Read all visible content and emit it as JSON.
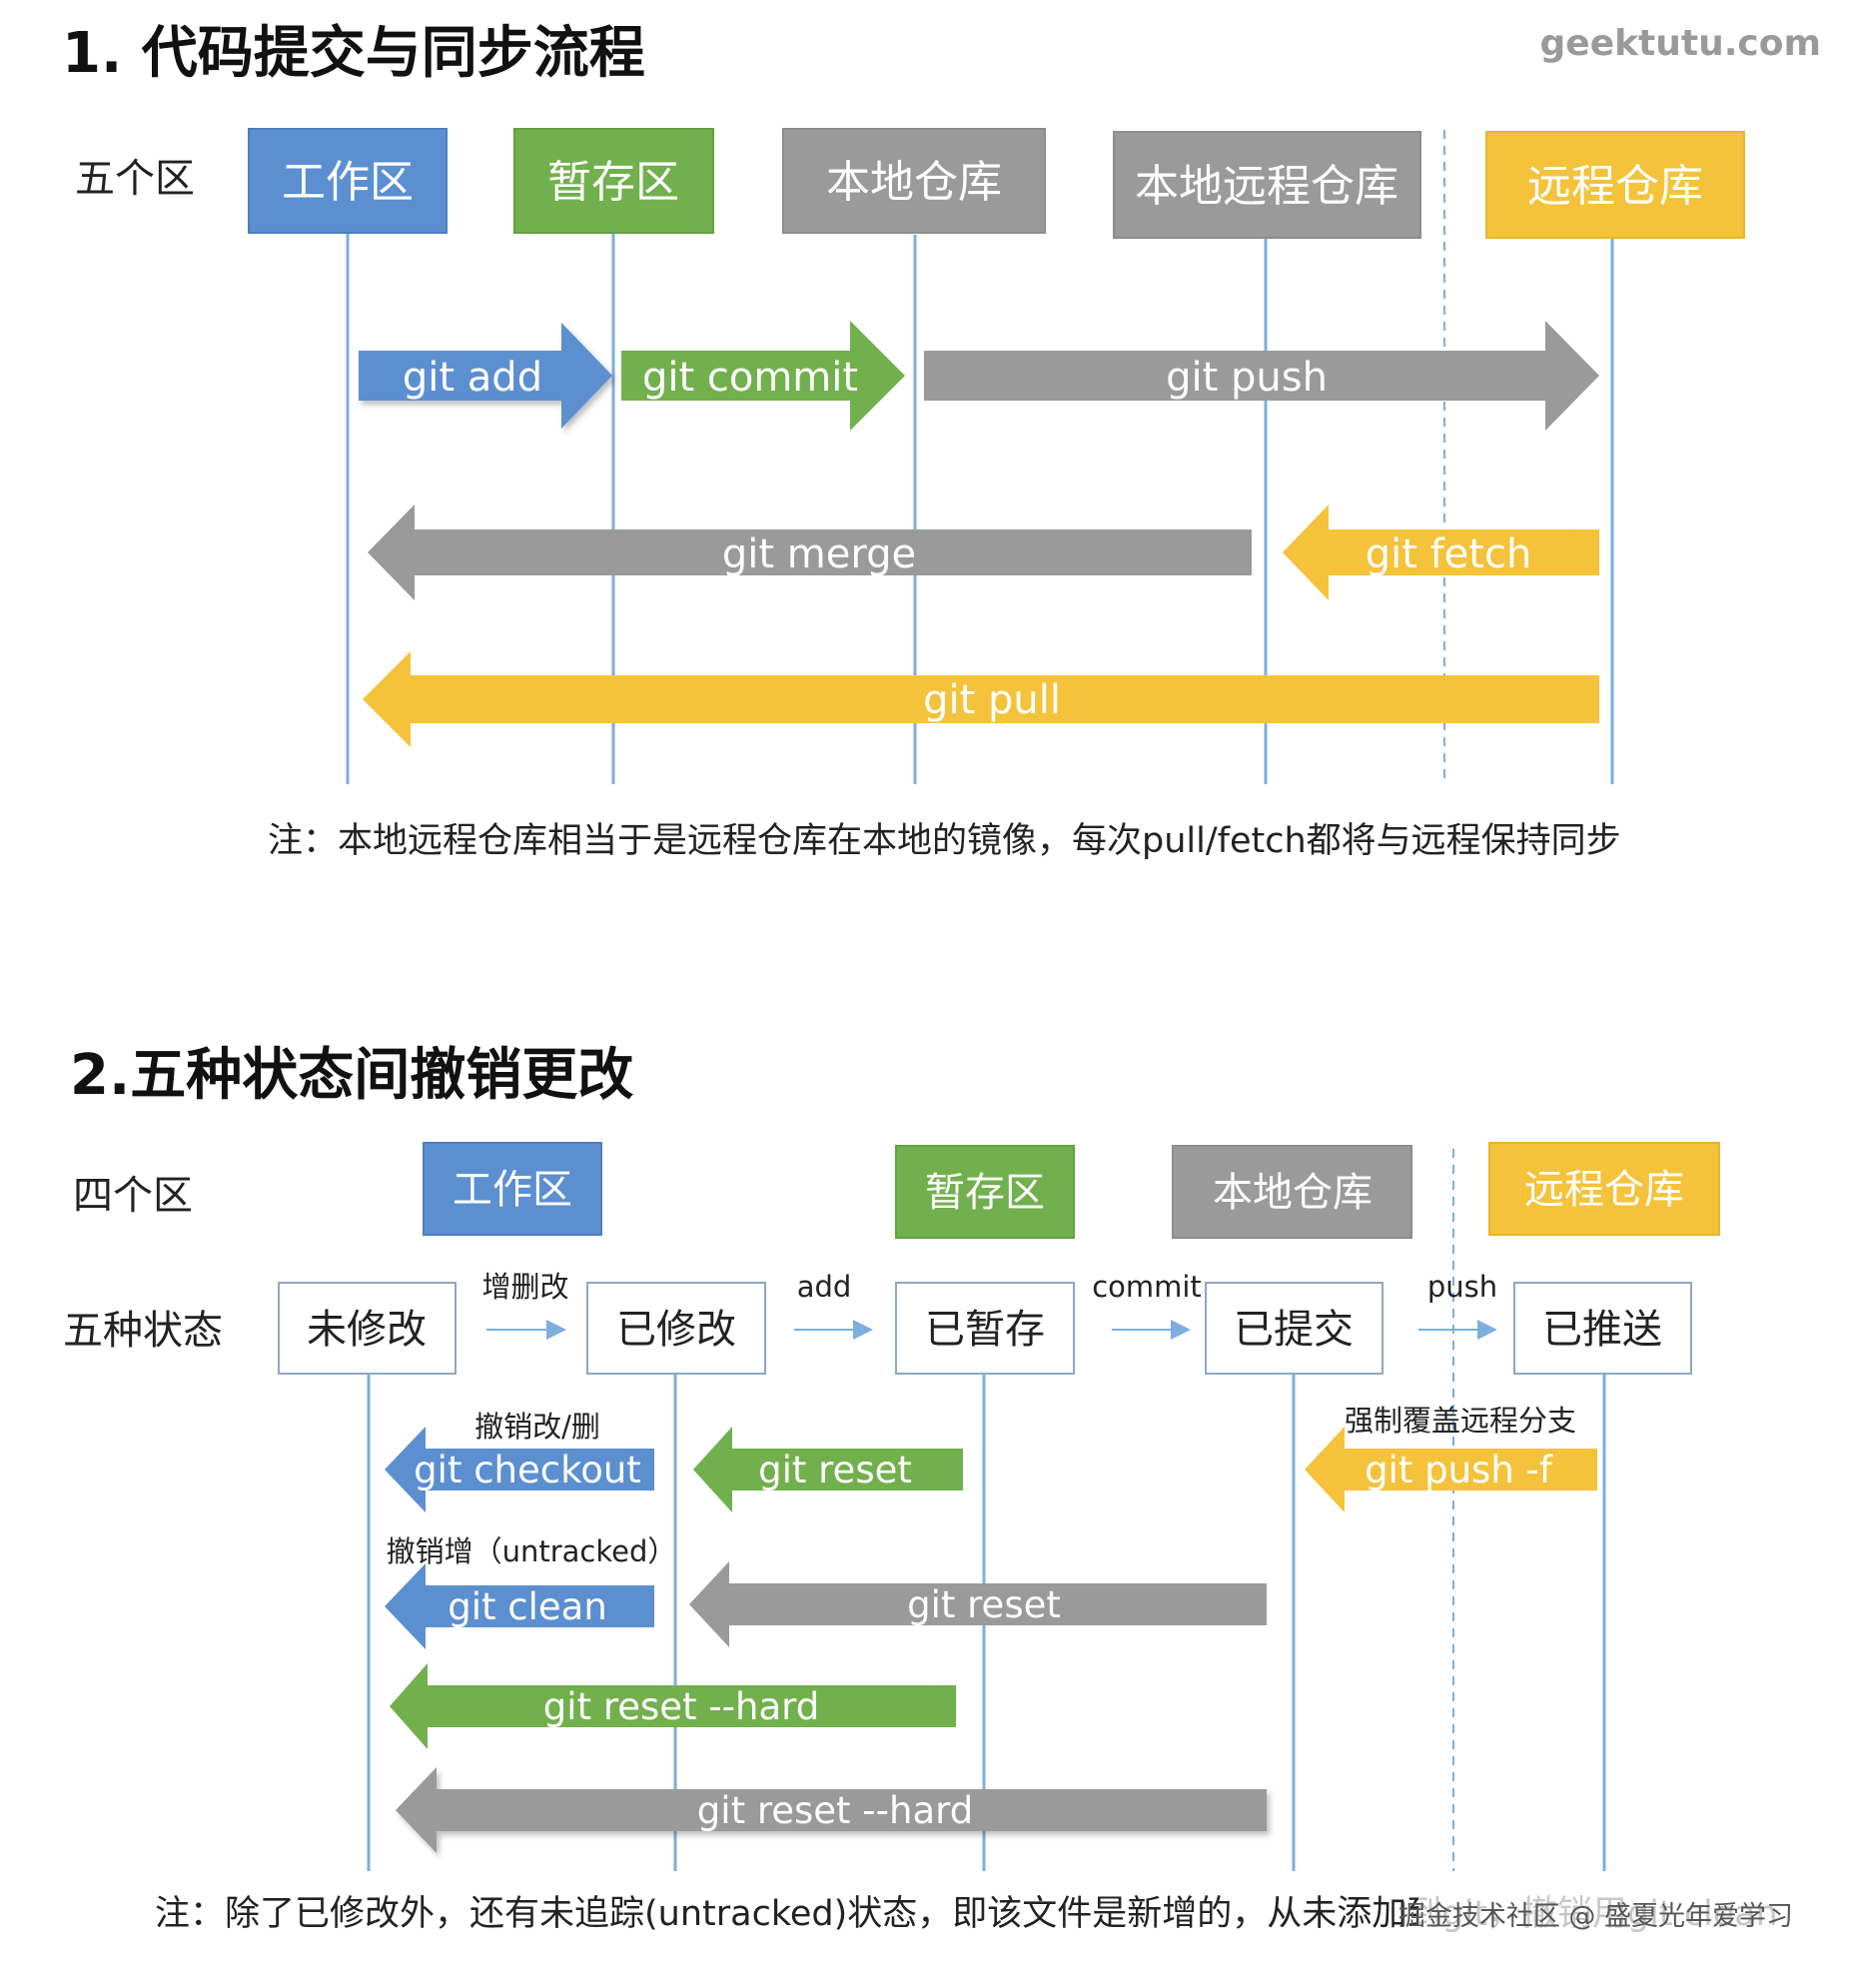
{
  "watermark": "geektutu.com",
  "footer_mark": "掘金技术社区 @ 盛夏光年爱学习",
  "colors": {
    "blue": "#5b8fd0",
    "green": "#72b04d",
    "gray": "#9a9a9a",
    "yellow": "#f4c33b",
    "line_blue": "#7eaede",
    "dashed": "#7eaede"
  },
  "section1": {
    "title": "1. 代码提交与同步流程",
    "row_label": "五个区",
    "zones": [
      {
        "label": "工作区",
        "color": "blue"
      },
      {
        "label": "暂存区",
        "color": "green"
      },
      {
        "label": "本地仓库",
        "color": "gray"
      },
      {
        "label": "本地远程仓库",
        "color": "gray"
      },
      {
        "label": "远程仓库",
        "color": "yellow"
      }
    ],
    "arrows": [
      {
        "label": "git add",
        "color": "blue",
        "direction": "right"
      },
      {
        "label": "git commit",
        "color": "green",
        "direction": "right"
      },
      {
        "label": "git push",
        "color": "gray",
        "direction": "right"
      },
      {
        "label": "git merge",
        "color": "gray",
        "direction": "left"
      },
      {
        "label": "git fetch",
        "color": "yellow",
        "direction": "left"
      },
      {
        "label": "git pull",
        "color": "yellow",
        "direction": "left"
      }
    ],
    "note": "注：本地远程仓库相当于是远程仓库在本地的镜像，每次pull/fetch都将与远程保持同步"
  },
  "section2": {
    "title": "2.五种状态间撤销更改",
    "zone_label": "四个区",
    "state_label": "五种状态",
    "zones": [
      {
        "label": "工作区",
        "color": "blue"
      },
      {
        "label": "暂存区",
        "color": "green"
      },
      {
        "label": "本地仓库",
        "color": "gray"
      },
      {
        "label": "远程仓库",
        "color": "yellow"
      }
    ],
    "states": [
      "未修改",
      "已修改",
      "已暂存",
      "已提交",
      "已推送"
    ],
    "transitions": [
      "增删改",
      "add",
      "commit",
      "push"
    ],
    "undo_labels": {
      "checkout": "撤销改/删",
      "clean": "撤销增（untracked）",
      "force_push": "强制覆盖远程分支"
    },
    "arrows": [
      {
        "label": "git checkout",
        "color": "blue",
        "direction": "left"
      },
      {
        "label": "git reset",
        "color": "green",
        "direction": "left"
      },
      {
        "label": "git push -f",
        "color": "yellow",
        "direction": "left"
      },
      {
        "label": "git clean",
        "color": "blue",
        "direction": "left"
      },
      {
        "label": "git reset",
        "color": "gray",
        "direction": "left"
      },
      {
        "label": "git reset --hard",
        "color": "green",
        "direction": "left"
      },
      {
        "label": "git reset --hard",
        "color": "gray",
        "direction": "left"
      }
    ],
    "note": "注：除了已修改外，还有未追踪(untracked)状态，即该文件是新增的，从未添加到git，撤销用git clean"
  }
}
